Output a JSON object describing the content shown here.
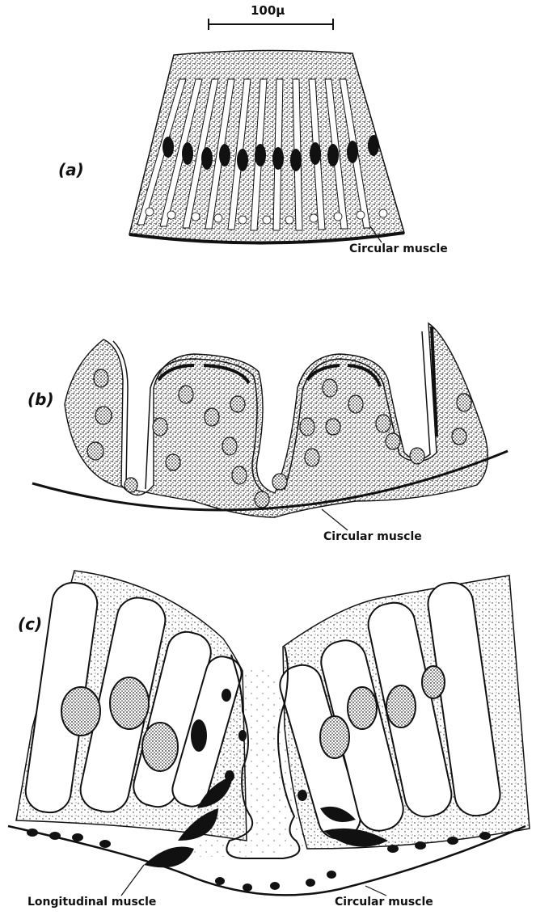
{
  "scale_bar": {
    "label": "100μ"
  },
  "panels": [
    {
      "letter": "(a)",
      "labels": [
        "Circular muscle"
      ]
    },
    {
      "letter": "(b)",
      "labels": [
        "Circular muscle"
      ]
    },
    {
      "letter": "(c)",
      "labels": [
        "Longitudinal muscle",
        "Circular muscle"
      ]
    }
  ],
  "colors": {
    "ink": "#111111",
    "paper": "#ffffff",
    "stipple": "#222222"
  }
}
